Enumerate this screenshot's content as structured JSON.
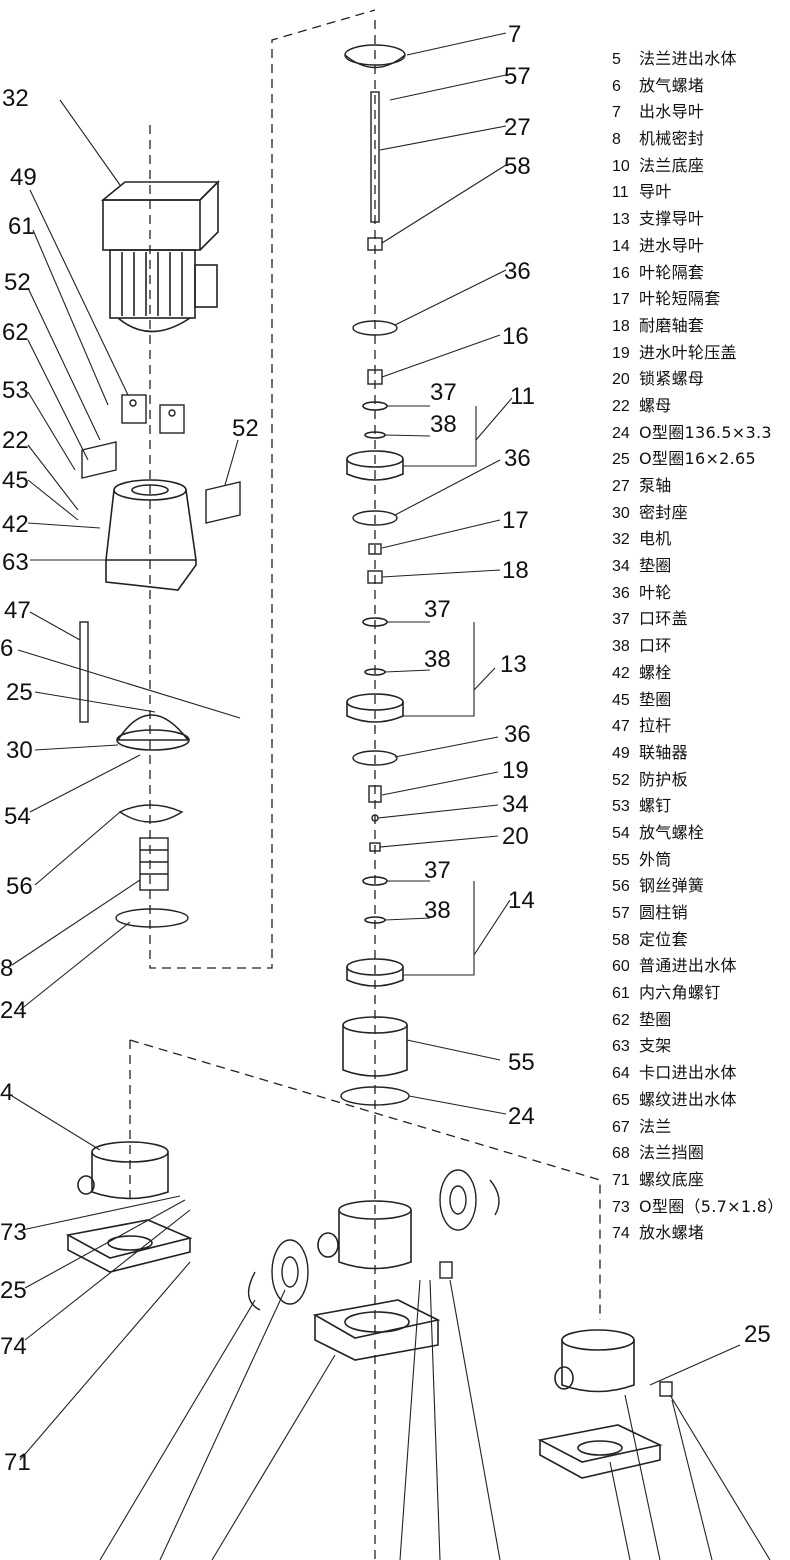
{
  "callouts": {
    "c7": "7",
    "c57": "57",
    "c27": "27",
    "c58": "58",
    "c36a": "36",
    "c16": "16",
    "c37a": "37",
    "c38a": "38",
    "c11": "11",
    "c36b": "36",
    "c17": "17",
    "c18": "18",
    "c37b": "37",
    "c38b": "38",
    "c13": "13",
    "c36c": "36",
    "c19": "19",
    "c34": "34",
    "c20": "20",
    "c37c": "37",
    "c38c": "38",
    "c14": "14",
    "c55": "55",
    "c24b": "24",
    "c32": "32",
    "c49": "49",
    "c61": "61",
    "c52a": "52",
    "c62": "62",
    "c53": "53",
    "c52b": "52",
    "c22": "22",
    "c45": "45",
    "c42": "42",
    "c63": "63",
    "c47": "47",
    "c6": "6",
    "c25a": "25",
    "c30": "30",
    "c54": "54",
    "c56": "56",
    "c8": "8",
    "c24a": "24",
    "c4": "4",
    "c73": "73",
    "c25b": "25",
    "c74": "74",
    "c71": "71",
    "c25c": "25"
  },
  "legend": [
    {
      "num": "5",
      "name": "法兰进出水体"
    },
    {
      "num": "6",
      "name": "放气螺堵"
    },
    {
      "num": "7",
      "name": "出水导叶"
    },
    {
      "num": "8",
      "name": "机械密封"
    },
    {
      "num": "10",
      "name": "法兰底座"
    },
    {
      "num": "11",
      "name": "导叶"
    },
    {
      "num": "13",
      "name": "支撑导叶"
    },
    {
      "num": "14",
      "name": "进水导叶"
    },
    {
      "num": "16",
      "name": "叶轮隔套"
    },
    {
      "num": "17",
      "name": "叶轮短隔套"
    },
    {
      "num": "18",
      "name": "耐磨轴套"
    },
    {
      "num": "19",
      "name": "进水叶轮压盖"
    },
    {
      "num": "20",
      "name": "锁紧螺母"
    },
    {
      "num": "22",
      "name": "螺母"
    },
    {
      "num": "24",
      "name": "O型圈136.5×3.3"
    },
    {
      "num": "25",
      "name": "O型圈16×2.65"
    },
    {
      "num": "27",
      "name": "泵轴"
    },
    {
      "num": "30",
      "name": "密封座"
    },
    {
      "num": "32",
      "name": "电机"
    },
    {
      "num": "34",
      "name": "垫圈"
    },
    {
      "num": "36",
      "name": "叶轮"
    },
    {
      "num": "37",
      "name": "口环盖"
    },
    {
      "num": "38",
      "name": "口环"
    },
    {
      "num": "42",
      "name": "螺栓"
    },
    {
      "num": "45",
      "name": "垫圈"
    },
    {
      "num": "47",
      "name": "拉杆"
    },
    {
      "num": "49",
      "name": "联轴器"
    },
    {
      "num": "52",
      "name": "防护板"
    },
    {
      "num": "53",
      "name": "螺钉"
    },
    {
      "num": "54",
      "name": "放气螺栓"
    },
    {
      "num": "55",
      "name": "外筒"
    },
    {
      "num": "56",
      "name": "钢丝弹簧"
    },
    {
      "num": "57",
      "name": "圆柱销"
    },
    {
      "num": "58",
      "name": "定位套"
    },
    {
      "num": "60",
      "name": "普通进出水体"
    },
    {
      "num": "61",
      "name": "内六角螺钉"
    },
    {
      "num": "62",
      "name": "垫圈"
    },
    {
      "num": "63",
      "name": "支架"
    },
    {
      "num": "64",
      "name": "卡口进出水体"
    },
    {
      "num": "65",
      "name": "螺纹进出水体"
    },
    {
      "num": "67",
      "name": "法兰"
    },
    {
      "num": "68",
      "name": "法兰挡圈"
    },
    {
      "num": "71",
      "name": "螺纹底座"
    },
    {
      "num": "73",
      "name": "O型圈（5.7×1.8）"
    },
    {
      "num": "74",
      "name": "放水螺堵"
    }
  ]
}
